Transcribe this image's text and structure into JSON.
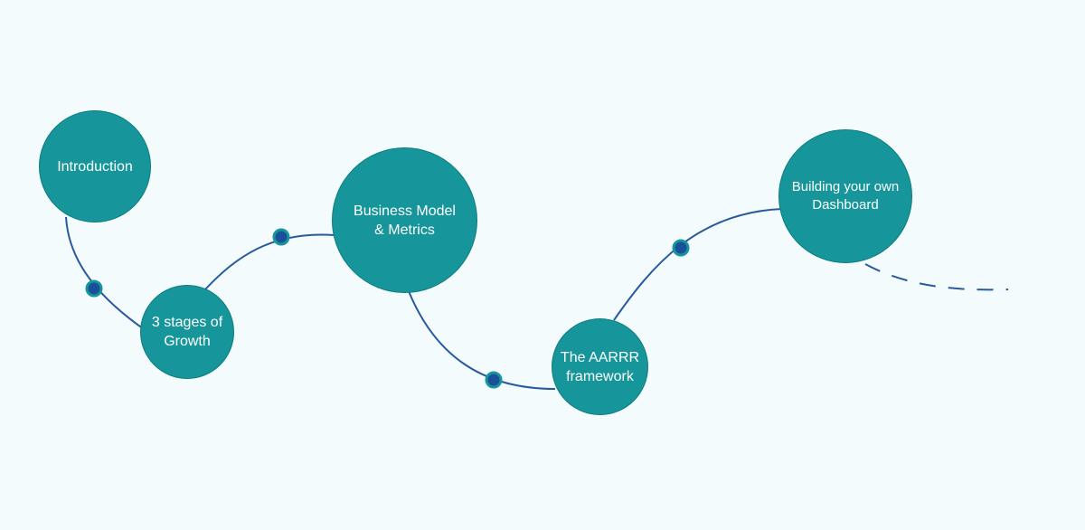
{
  "colors": {
    "background": "#f3fbfd",
    "node_fill": "#16969a",
    "node_border": "#0e7d80",
    "path_line": "#2a5a9e",
    "dot_fill": "#1a4f9a",
    "dot_ring": "#16969a"
  },
  "nodes": [
    {
      "label": "Introduction"
    },
    {
      "label": "3 stages of\nGrowth"
    },
    {
      "label": "Business Model\n& Metrics"
    },
    {
      "label": "The AARRR\nframework"
    },
    {
      "label": "Building your own\nDashboard"
    }
  ]
}
